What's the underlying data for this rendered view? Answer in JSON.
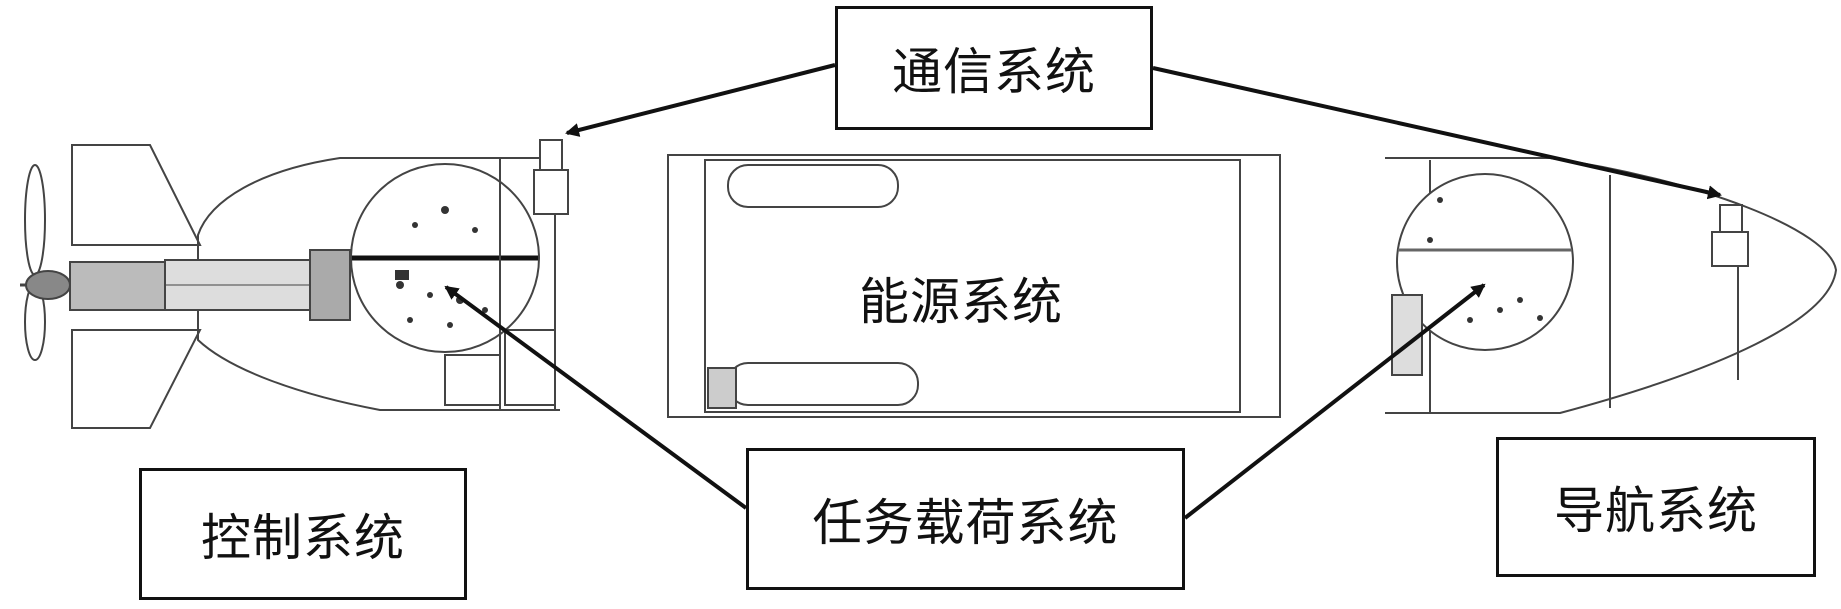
{
  "labels": {
    "communication": "通信系统",
    "energy": "能源系统",
    "control": "控制系统",
    "mission": "任务载荷系统",
    "navigation": "导航系统"
  },
  "colors": {
    "line": "#111111",
    "hull_line": "#444444",
    "background": "#ffffff"
  }
}
